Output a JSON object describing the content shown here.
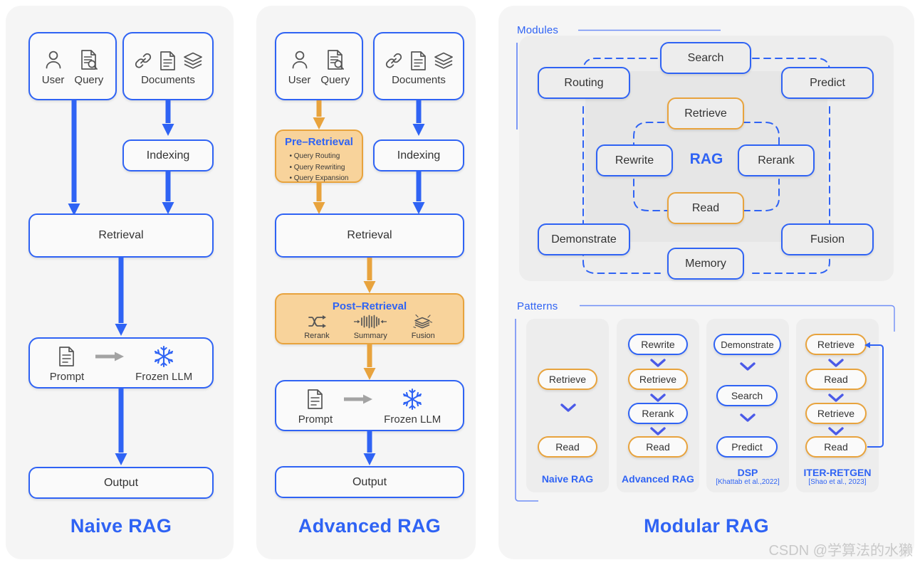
{
  "colors": {
    "blue": "#2f63f4",
    "orange": "#e8a33d",
    "orange_fill": "#f8d39b",
    "panel_bg": "#f5f5f5",
    "zone_bg": "#ededed",
    "text": "#333333",
    "watermark": "#c9c9c9"
  },
  "panels": {
    "naive": {
      "title": "Naive RAG",
      "nodes": {
        "user": "User",
        "query": "Query",
        "documents": "Documents",
        "indexing": "Indexing",
        "retrieval": "Retrieval",
        "prompt": "Prompt",
        "frozen_llm": "Frozen LLM",
        "output": "Output"
      },
      "icons": {
        "user": "user-icon",
        "query": "document-search-icon",
        "link": "link-icon",
        "doc": "document-icon",
        "layers": "layers-icon",
        "prompt": "document-icon",
        "frozen": "snowflake-icon",
        "transform": "right-arrow-icon"
      }
    },
    "advanced": {
      "title": "Advanced RAG",
      "nodes": {
        "user": "User",
        "query": "Query",
        "documents": "Documents",
        "indexing": "Indexing",
        "retrieval": "Retrieval",
        "prompt": "Prompt",
        "frozen_llm": "Frozen LLM",
        "output": "Output"
      },
      "pre_retrieval": {
        "title": "Pre–Retrieval",
        "items": [
          "Query Routing",
          "Query Rewriting",
          "Query Expansion"
        ]
      },
      "post_retrieval": {
        "title": "Post–Retrieval",
        "items": [
          {
            "label": "Rerank",
            "icon": "shuffle-icon"
          },
          {
            "label": "Summary",
            "icon": "waveform-compress-icon"
          },
          {
            "label": "Fusion",
            "icon": "stacked-layers-icon"
          }
        ]
      }
    },
    "modular": {
      "title": "Modular RAG",
      "sections": {
        "modules": "Modules",
        "patterns": "Patterns"
      },
      "modules": {
        "center_label": "RAG",
        "outer": [
          {
            "label": "Search",
            "style": "blue"
          },
          {
            "label": "Routing",
            "style": "blue"
          },
          {
            "label": "Predict",
            "style": "blue"
          },
          {
            "label": "Demonstrate",
            "style": "blue"
          },
          {
            "label": "Fusion",
            "style": "blue"
          },
          {
            "label": "Memory",
            "style": "blue"
          }
        ],
        "inner": [
          {
            "label": "Retrieve",
            "style": "orange"
          },
          {
            "label": "Rewrite",
            "style": "blue"
          },
          {
            "label": "Rerank",
            "style": "blue"
          },
          {
            "label": "Read",
            "style": "orange"
          }
        ]
      },
      "patterns": [
        {
          "name": "Naive RAG",
          "citation": "",
          "steps": [
            {
              "label": "Retrieve",
              "style": "orange"
            },
            {
              "label": "Read",
              "style": "orange"
            }
          ]
        },
        {
          "name": "Advanced RAG",
          "citation": "",
          "steps": [
            {
              "label": "Rewrite",
              "style": "blue"
            },
            {
              "label": "Retrieve",
              "style": "orange"
            },
            {
              "label": "Rerank",
              "style": "blue"
            },
            {
              "label": "Read",
              "style": "orange"
            }
          ]
        },
        {
          "name": "DSP",
          "citation": "[Khattab et al.,2022]",
          "steps": [
            {
              "label": "Demonstrate",
              "style": "blue"
            },
            {
              "label": "Search",
              "style": "blue"
            },
            {
              "label": "Predict",
              "style": "blue"
            }
          ]
        },
        {
          "name": "ITER-RETGEN",
          "citation": "[Shao et al., 2023]",
          "steps": [
            {
              "label": "Retrieve",
              "style": "orange"
            },
            {
              "label": "Read",
              "style": "orange"
            },
            {
              "label": "Retrieve",
              "style": "orange"
            },
            {
              "label": "Read",
              "style": "orange"
            }
          ]
        }
      ]
    }
  },
  "watermark": "CSDN @学算法的水獭"
}
